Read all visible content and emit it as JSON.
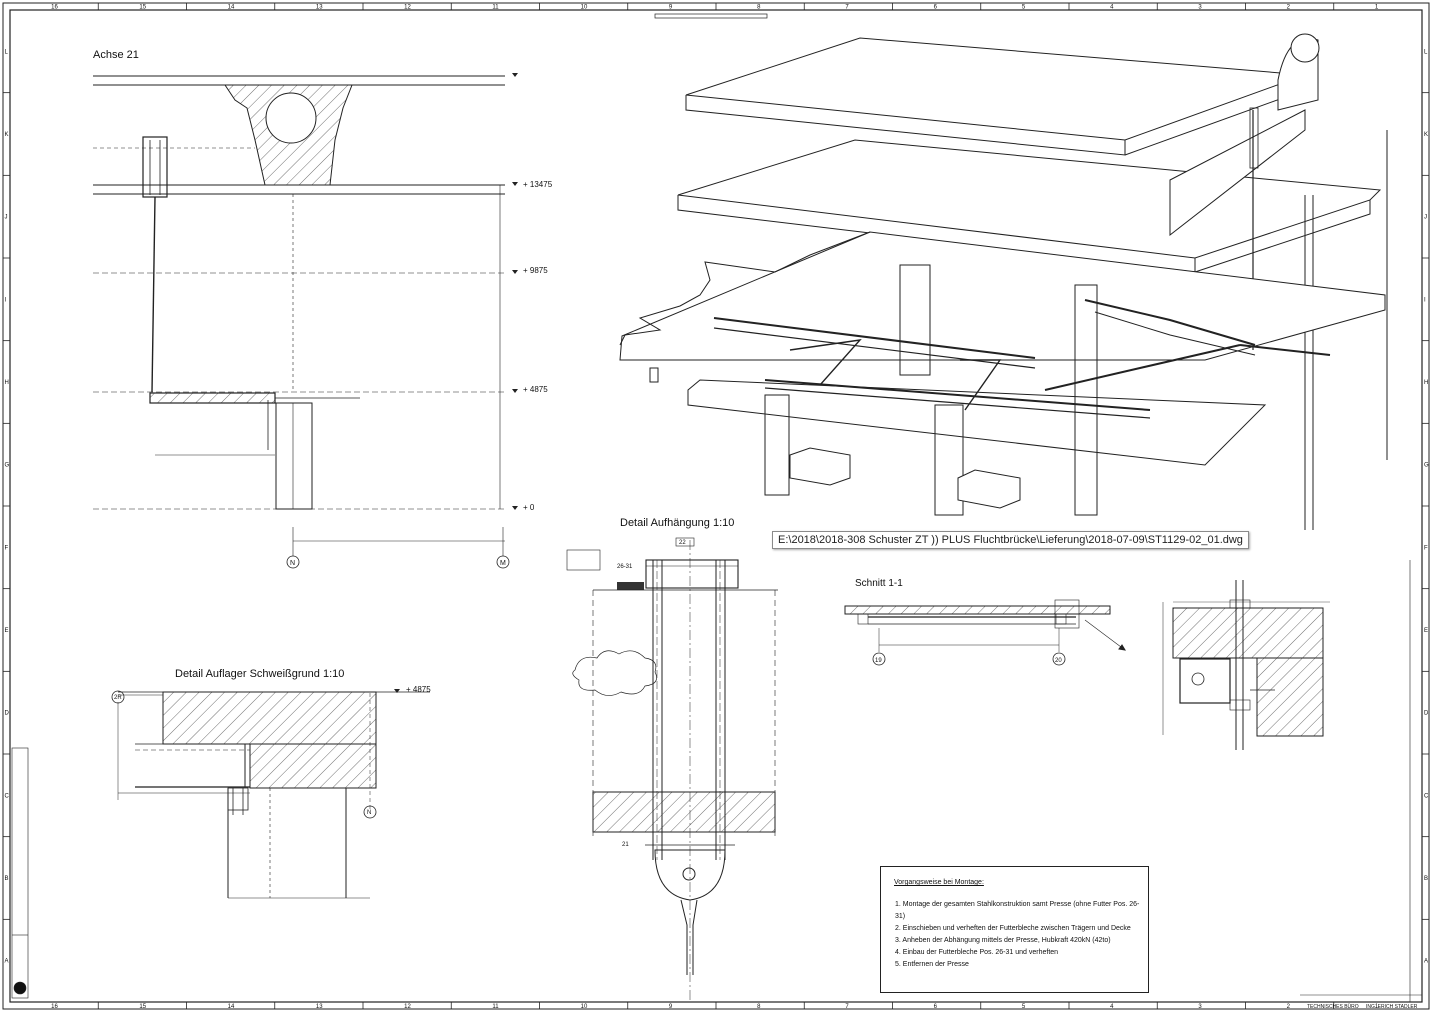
{
  "frame": {
    "columns": [
      "16",
      "15",
      "14",
      "13",
      "12",
      "11",
      "10",
      "9",
      "8",
      "7",
      "6",
      "5",
      "4",
      "3",
      "2",
      "1"
    ],
    "rows": [
      "L",
      "K",
      "J",
      "I",
      "H",
      "G",
      "F",
      "E",
      "D",
      "C",
      "B",
      "A"
    ]
  },
  "views": {
    "achse": {
      "title": "Achse 21",
      "levels": [
        "+ 13475",
        "+ 9875",
        "+ 4875",
        "+ 0"
      ],
      "axes": [
        "N",
        "M"
      ]
    },
    "auflager": {
      "title": "Detail Auflager Schweißgrund 1:10",
      "level": "+ 4875",
      "axis_left": "2R",
      "axis_right": "N"
    },
    "aufhaengung": {
      "title": "Detail Aufhängung 1:10",
      "callouts": [
        "26-31",
        "22",
        "21"
      ]
    },
    "schnitt": {
      "title": "Schnitt 1-1",
      "axes": [
        "19",
        "20"
      ]
    }
  },
  "file_path": "E:\\2018\\2018-308 Schuster ZT )) PLUS Fluchtbrücke\\Lieferung\\2018-07-09\\ST1129-02_01.dwg",
  "notes": {
    "heading": "Vorgangsweise bei Montage:",
    "items": [
      "1. Montage der gesamten Stahlkonstruktion samt Presse (ohne Futter Pos. 26-31)",
      "2. Einschieben und verheften der Futterbleche zwischen Trägern und Decke",
      "3. Anheben der Abhängung mittels der Presse, Hubkraft 420kN (42to)",
      "4. Einbau der Futterbleche Pos. 26-31 und verheften",
      "5. Entfernen der Presse"
    ]
  },
  "title_block": {
    "office": "TECHNISCHES BÜRO",
    "engineer": "ING. ERICH STADLER"
  }
}
